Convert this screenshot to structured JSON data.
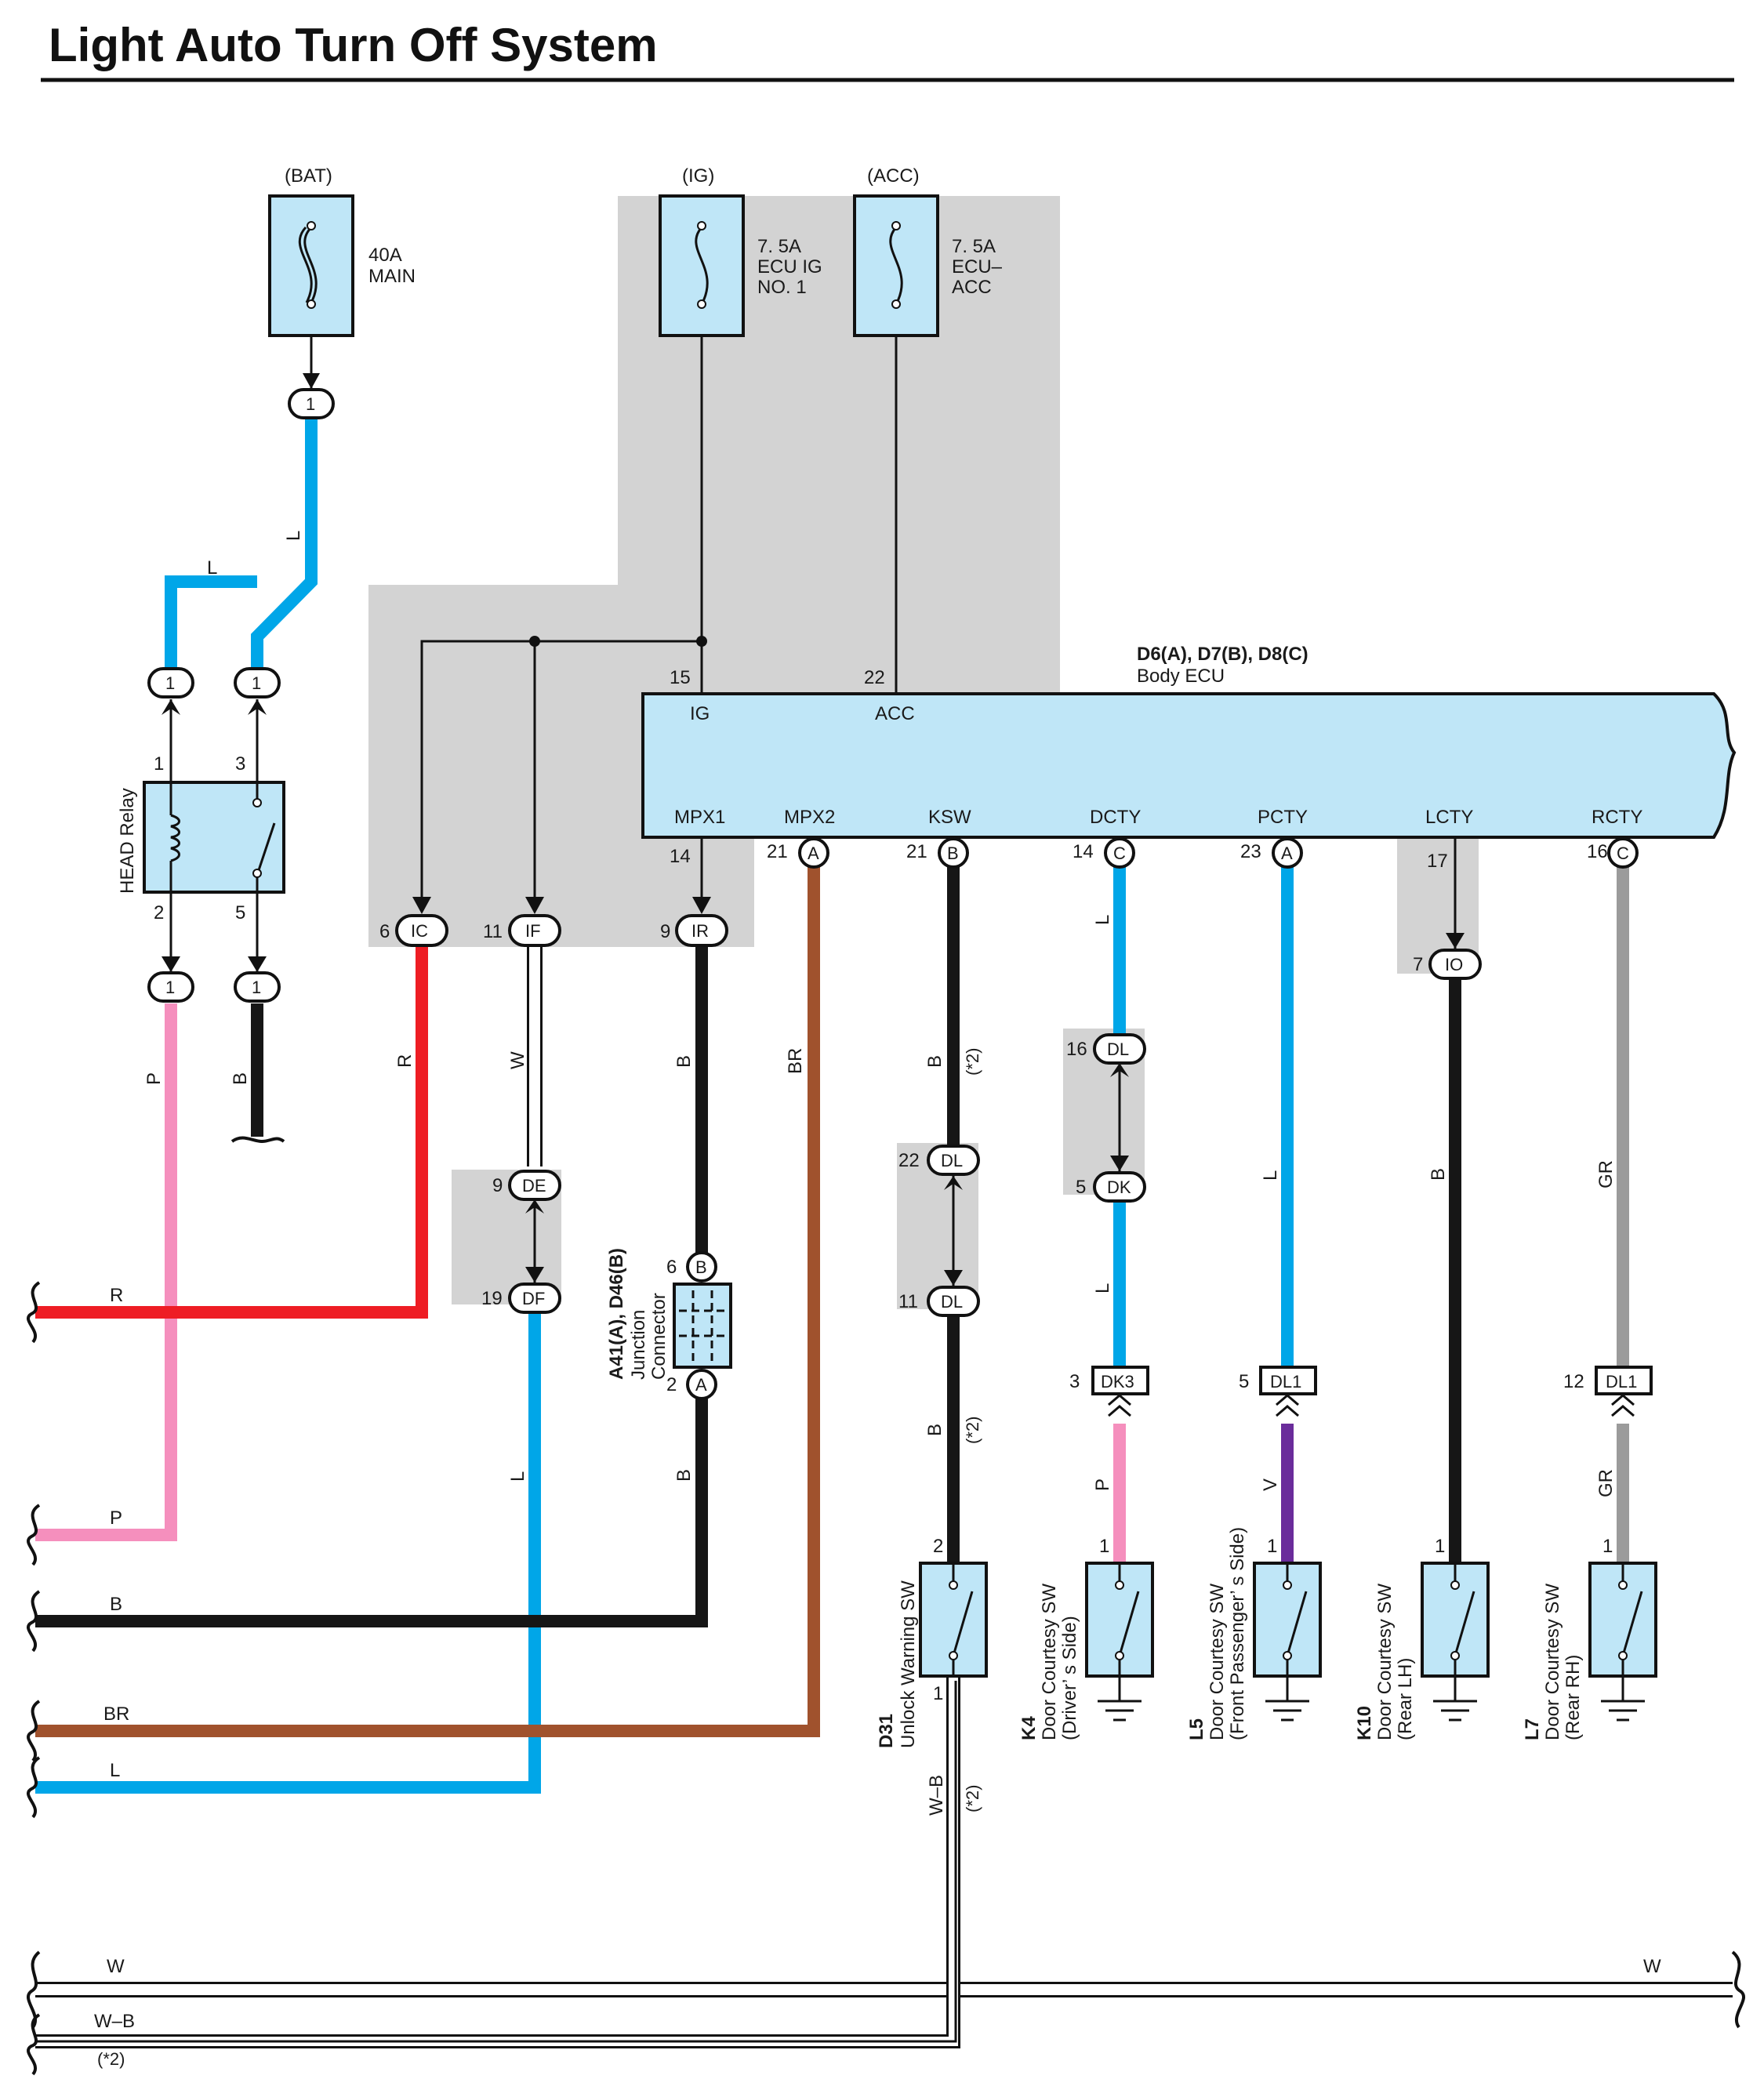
{
  "title": "Light Auto Turn Off System",
  "colors": {
    "L": "#00a6e8",
    "R": "#ee1d24",
    "P": "#f58fbd",
    "B": "#161616",
    "BR": "#a0522d",
    "V": "#6a2c9b",
    "GR": "#9b9b9b",
    "W": "#ffffff",
    "component_fill": "#bfe6f7",
    "shade": "#d3d3d3"
  },
  "power": {
    "bat": "(BAT)",
    "ig": "(IG)",
    "acc": "(ACC)",
    "fuse_main": [
      "40A",
      "MAIN"
    ],
    "fuse_ig": [
      "7. 5A",
      "ECU IG",
      "NO. 1"
    ],
    "fuse_acc": [
      "7. 5A",
      "ECU–",
      "ACC"
    ]
  },
  "ecu": {
    "name": "D6(A), D7(B), D8(C)",
    "desc": "Body ECU",
    "pin_ig": "15",
    "lbl_ig": "IG",
    "pin_acc": "22",
    "lbl_acc": "ACC",
    "terminals": [
      "MPX1",
      "MPX2",
      "KSW",
      "DCTY",
      "PCTY",
      "LCTY",
      "RCTY"
    ],
    "pins": [
      "14",
      "21",
      "21",
      "14",
      "23",
      "17",
      "16"
    ],
    "pin_letters": [
      "A",
      "B",
      "C",
      "A",
      "C"
    ]
  },
  "relay": {
    "name": "HEAD Relay",
    "p1": "1",
    "p2": "2",
    "p3": "3",
    "p5": "5"
  },
  "connectors": {
    "one": "1",
    "IC": "IC",
    "IC_pin": "6",
    "IF": "IF",
    "IF_pin": "11",
    "IR": "IR",
    "IR_pin": "9",
    "DE": "DE",
    "DE_pin": "9",
    "DF": "DF",
    "DF_pin": "19",
    "DL": "DL",
    "DL_pin16": "16",
    "DL_pin22": "22",
    "DL_pin11": "11",
    "DK": "DK",
    "DK_pin": "5",
    "IO": "IO",
    "IO_pin": "7",
    "DK3": "DK3",
    "DK3_pin": "3",
    "DL1": "DL1",
    "DL1_pin5": "5",
    "DL1_pin12": "12",
    "B": "B",
    "B_pin": "6",
    "A": "A",
    "A_pin": "2"
  },
  "junction": {
    "name": "A41(A), D46(B)",
    "desc1": "Junction",
    "desc2": "Connector"
  },
  "switches": [
    {
      "code": "D31",
      "name": "Unlock Warning SW",
      "pin_top": "2",
      "pin_bot": "1"
    },
    {
      "code": "K4",
      "name": "Door Courtesy SW",
      "side": "(Driver’ s Side)",
      "pin": "1"
    },
    {
      "code": "L5",
      "name": "Door Courtesy SW",
      "side": "(Front Passenger’ s Side)",
      "pin": "1"
    },
    {
      "code": "K10",
      "name": "Door Courtesy SW",
      "side": "(Rear LH)",
      "pin": "1"
    },
    {
      "code": "L7",
      "name": "Door Courtesy SW",
      "side": "(Rear RH)",
      "pin": "1"
    }
  ],
  "wire_labels": {
    "L": "L",
    "R": "R",
    "P": "P",
    "B": "B",
    "W": "W",
    "BR": "BR",
    "V": "V",
    "GR": "GR",
    "WB": "W–B",
    "note": "(*2)"
  },
  "left_bus": [
    "R",
    "P",
    "B",
    "BR",
    "L"
  ],
  "bottom_bus": {
    "w_left": "W",
    "w_right": "W",
    "wb": "W–B",
    "note": "(*2)"
  }
}
